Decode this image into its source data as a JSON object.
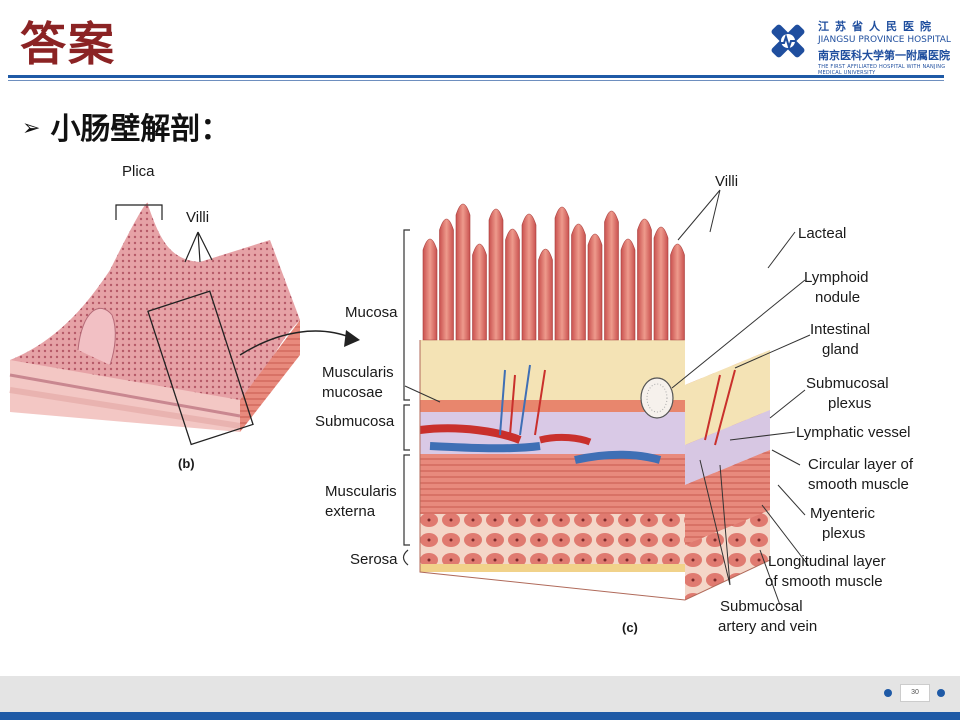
{
  "header": {
    "title": "答案",
    "logo": {
      "name_cn_line1": "江苏省人民医院",
      "name_en_line1": "JIANGSU PROVINCE HOSPITAL",
      "name_cn_line2": "南京医科大学第一附属医院",
      "name_en_line2": "THE FIRST AFFILIATED HOSPITAL WITH NANJING MEDICAL UNIVERSITY"
    }
  },
  "subtitle": "小肠壁解剖：",
  "diagram": {
    "panel_b": {
      "plica": "Plica",
      "villi": "Villi",
      "tag": "(b)"
    },
    "panel_c": {
      "tag": "(c)",
      "left": {
        "mucosa": "Mucosa",
        "muscularis_mucosae_1": "Muscularis",
        "muscularis_mucosae_2": "mucosae",
        "submucosa": "Submucosa",
        "muscularis_externa_1": "Muscularis",
        "muscularis_externa_2": "externa",
        "serosa": "Serosa"
      },
      "right": {
        "villi": "Villi",
        "lacteal": "Lacteal",
        "lymphoid_1": "Lymphoid",
        "lymphoid_2": "nodule",
        "intestinal_1": "Intestinal",
        "intestinal_2": "gland",
        "submucosal_plexus_1": "Submucosal",
        "submucosal_plexus_2": "plexus",
        "lymphatic_vessel": "Lymphatic vessel",
        "circular_1": "Circular layer of",
        "circular_2": "smooth muscle",
        "myenteric_1": "Myenteric",
        "myenteric_2": "plexus",
        "longitudinal_1": "Longitudinal layer",
        "longitudinal_2": "of smooth muscle",
        "artery_1": "Submucosal",
        "artery_2": "artery and vein"
      }
    }
  },
  "footer": {
    "page_number": "30"
  },
  "colors": {
    "title": "#8b2324",
    "accent": "#1f5aa6"
  }
}
